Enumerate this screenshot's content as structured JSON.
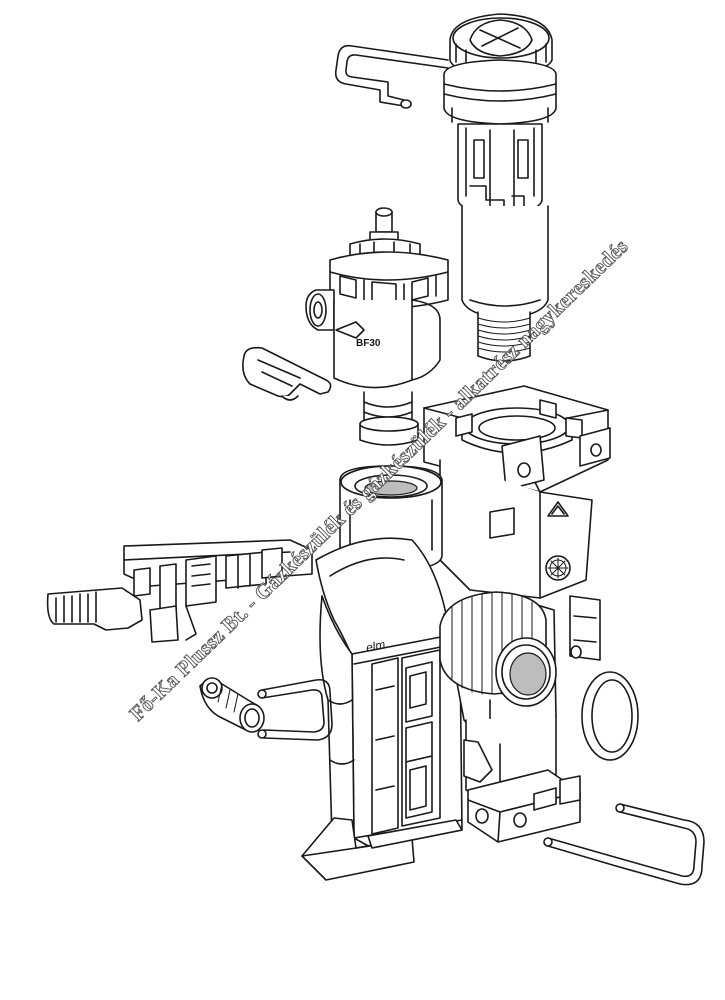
{
  "watermark": {
    "text": "Fő-Ka Plussz Bt. - Gázkészülék és gázkészülék - alkatrész nagykereskedés",
    "color": "#555555"
  },
  "labels": {
    "brand_mark": "elm",
    "valve_mark": "BF30"
  },
  "colors": {
    "line": "#1a1a1a",
    "background": "#ffffff",
    "shade": "#bdbdbd"
  }
}
